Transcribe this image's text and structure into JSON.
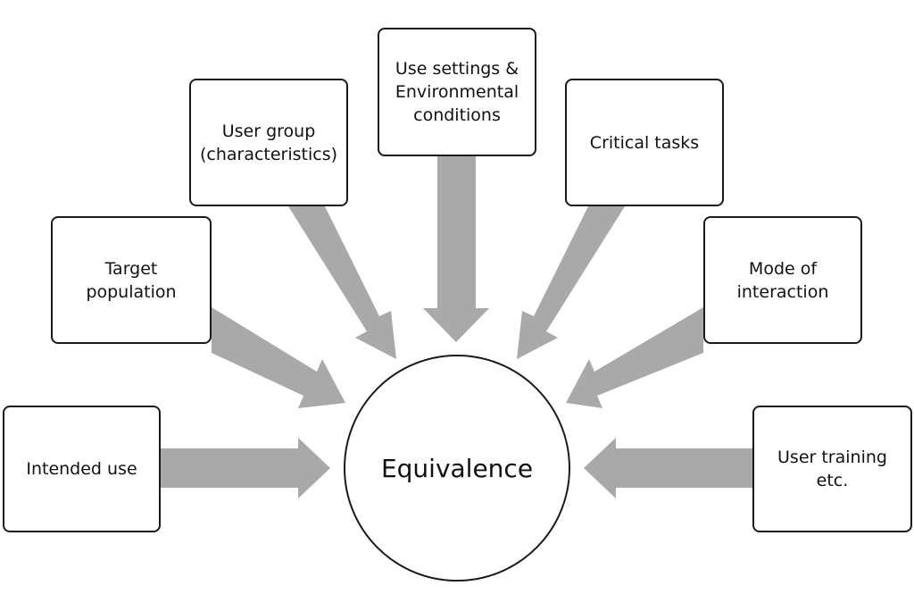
{
  "diagram": {
    "center_label": "Equivalence",
    "factors": [
      {
        "id": "intended",
        "label": "Intended use"
      },
      {
        "id": "target",
        "label": "Target\npopulation"
      },
      {
        "id": "usergroup",
        "label": "User group\n(characteristics)"
      },
      {
        "id": "settings",
        "label": "Use settings &\nEnvironmental\nconditions"
      },
      {
        "id": "critical",
        "label": "Critical tasks"
      },
      {
        "id": "mode",
        "label": "Mode of\ninteraction"
      },
      {
        "id": "training",
        "label": "User training\netc."
      }
    ],
    "colors": {
      "arrow": "#a9a9a9",
      "border": "#1a1a1a",
      "background": "#ffffff"
    }
  }
}
